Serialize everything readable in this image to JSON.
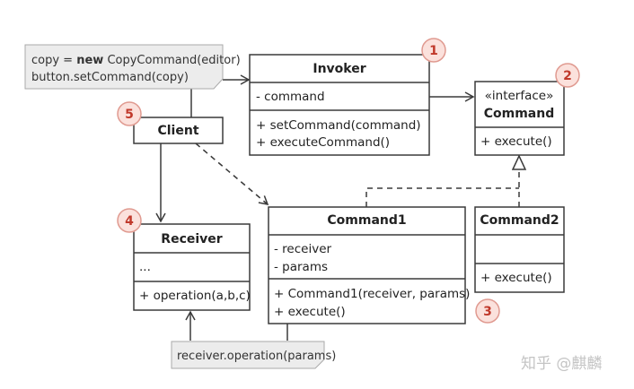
{
  "client_note": {
    "line1_prefix": "copy = ",
    "line1_keyword": "new",
    "line1_suffix": " CopyCommand(editor)",
    "line2": "button.setCommand(copy)"
  },
  "invoker": {
    "title": "Invoker",
    "fields": [
      "- command"
    ],
    "methods": [
      "+ setCommand(command)",
      "+ executeCommand()"
    ]
  },
  "command_interface": {
    "stereotype": "«interface»",
    "title": "Command",
    "methods": [
      "+ execute()"
    ]
  },
  "client": {
    "title": "Client"
  },
  "receiver": {
    "title": "Receiver",
    "fields": [
      "..."
    ],
    "methods": [
      "+ operation(a,b,c)"
    ]
  },
  "command1": {
    "title": "Command1",
    "fields": [
      "- receiver",
      "- params"
    ],
    "methods": [
      "+ Command1(receiver, params)",
      "+ execute()"
    ]
  },
  "command2": {
    "title": "Command2",
    "methods": [
      "+ execute()"
    ]
  },
  "receiver_note": {
    "text": "receiver.operation(params)"
  },
  "badges": [
    "1",
    "2",
    "3",
    "4",
    "5"
  ],
  "watermark": "知乎 @麒麟",
  "colors": {
    "badge_fill": "#fbe1dc",
    "badge_text": "#c0392b",
    "note_fill": "#ececec",
    "stroke": "#3a3a3a"
  }
}
